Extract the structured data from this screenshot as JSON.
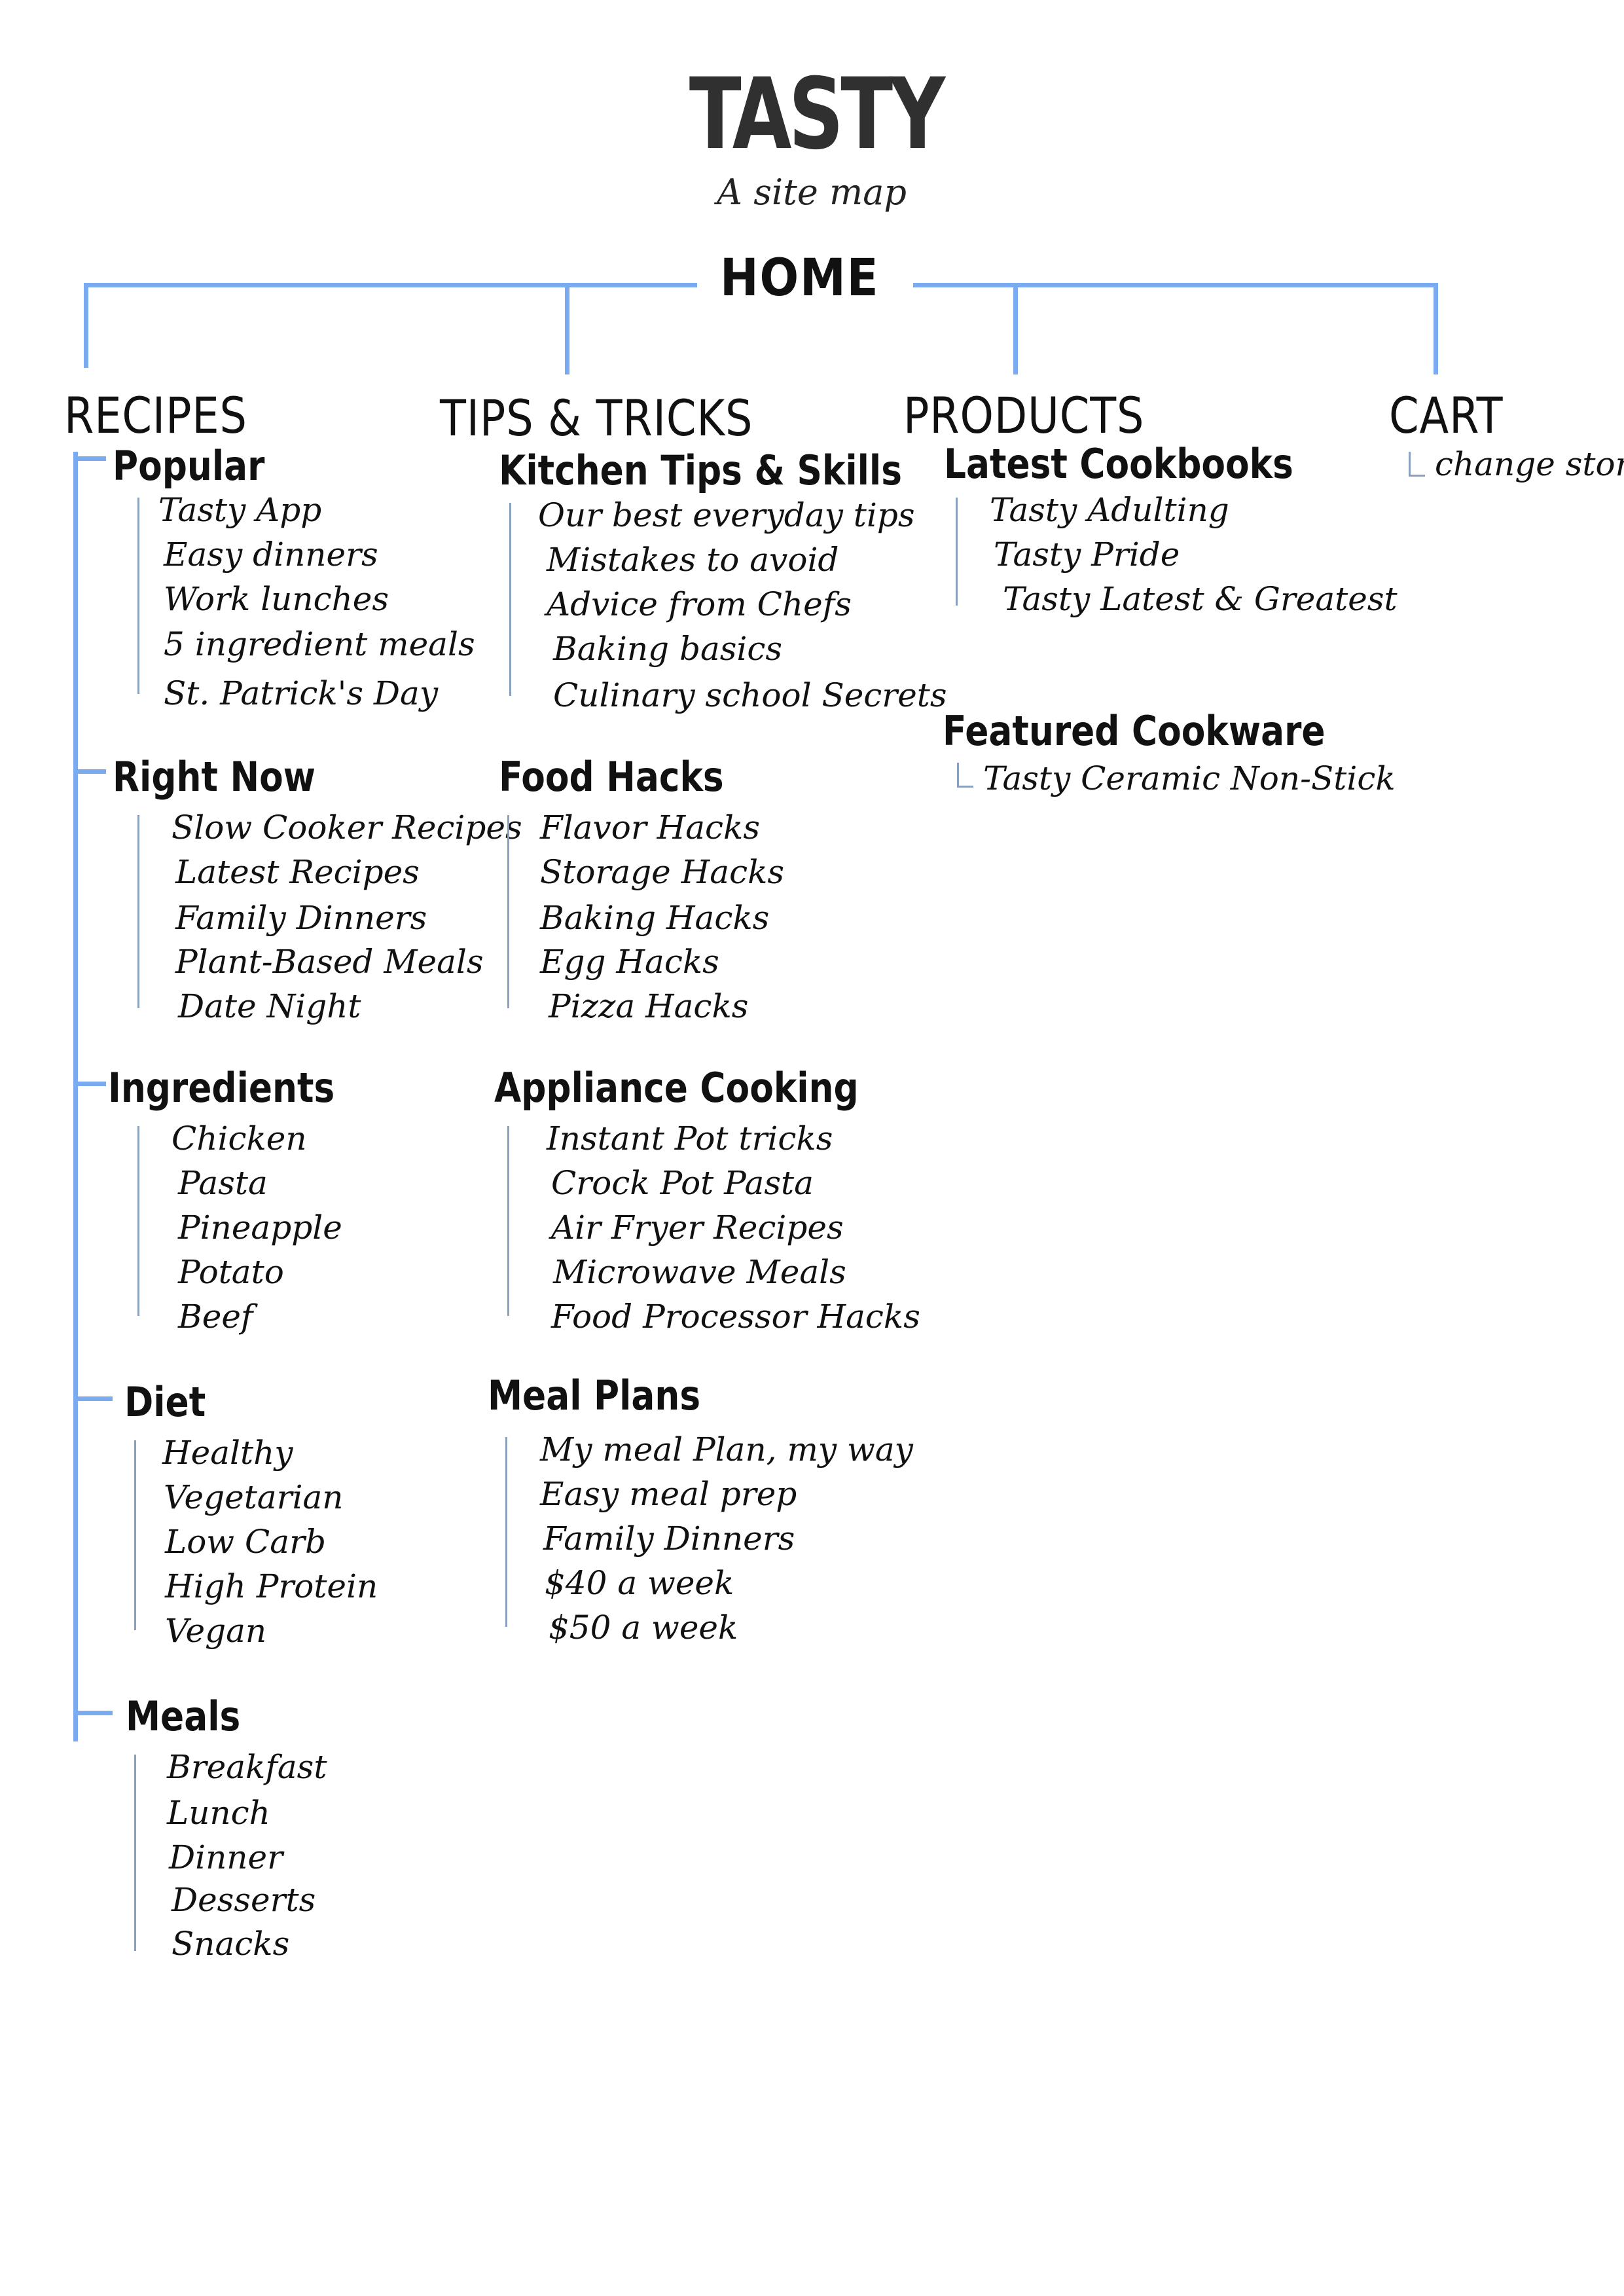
{
  "header": {
    "logo": "TASTY",
    "subtitle": "A site map"
  },
  "home": "HOME",
  "recipes": {
    "title": "RECIPES",
    "sections": [
      {
        "title": "Popular",
        "items": [
          "Tasty App",
          "Easy dinners",
          "Work lunches",
          "5 ingredient meals",
          "St. Patrick's Day"
        ]
      },
      {
        "title": "Right Now",
        "items": [
          "Slow Cooker Recipes",
          "Latest Recipes",
          "Family Dinners",
          "Plant-Based Meals",
          "Date Night"
        ]
      },
      {
        "title": "Ingredients",
        "items": [
          "Chicken",
          "Pasta",
          "Pineapple",
          "Potato",
          "Beef"
        ]
      },
      {
        "title": "Diet",
        "items": [
          "Healthy",
          "Vegetarian",
          "Low Carb",
          "High Protein",
          "Vegan"
        ]
      },
      {
        "title": "Meals",
        "items": [
          "Breakfast",
          "Lunch",
          "Dinner",
          "Desserts",
          "Snacks"
        ]
      }
    ]
  },
  "tips": {
    "title": "TIPS & TRICKS",
    "sections": [
      {
        "title": "Kitchen Tips & Skills",
        "items": [
          "Our best everyday tips",
          "Mistakes to avoid",
          "Advice from Chefs",
          "Baking basics",
          "Culinary school Secrets"
        ]
      },
      {
        "title": "Food Hacks",
        "items": [
          "Flavor Hacks",
          "Storage Hacks",
          "Baking Hacks",
          "Egg Hacks",
          "Pizza Hacks"
        ]
      },
      {
        "title": "Appliance Cooking",
        "items": [
          "Instant Pot tricks",
          "Crock Pot Pasta",
          "Air Fryer Recipes",
          "Microwave Meals",
          "Food Processor Hacks"
        ]
      },
      {
        "title": "Meal Plans",
        "items": [
          "My meal Plan, my way",
          "Easy meal prep",
          "Family Dinners",
          "$40 a week",
          "$50 a week"
        ]
      }
    ]
  },
  "products": {
    "title": "PRODUCTS",
    "sections": [
      {
        "title": "Latest Cookbooks",
        "items": [
          "Tasty Adulting",
          "Tasty Pride",
          "Tasty Latest & Greatest"
        ]
      },
      {
        "title": "Featured Cookware",
        "items": [
          "Tasty Ceramic Non-Stick"
        ]
      }
    ]
  },
  "cart": {
    "title": "CART",
    "items": [
      "change store"
    ]
  },
  "colors": {
    "connector": "#7aaaf0",
    "tick": "#8aa0bf",
    "text": "#111111",
    "logo": "#303030"
  }
}
